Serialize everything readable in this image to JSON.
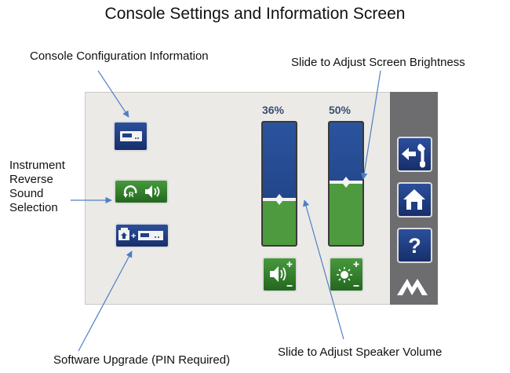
{
  "title": "Console Settings and Information Screen",
  "callouts": {
    "console_config": "Console Configuration Information",
    "brightness": "Slide to Adjust Screen Brightness",
    "instrument_reverse": [
      "Instrument",
      "Reverse",
      "Sound",
      "Selection"
    ],
    "software_upgrade": "Software Upgrade (PIN Required)",
    "speaker_volume": "Slide to Adjust Speaker Volume"
  },
  "sliders": {
    "volume": {
      "label": "36%",
      "level": 0.36
    },
    "brightness": {
      "label": "50%",
      "level": 0.5
    }
  },
  "icons": {
    "console_info": "console-info-icon",
    "reverse_sound": "reverse-sound-icon",
    "software_upgrade": "software-upgrade-icon",
    "volume_adjust": "volume-adjust-icon",
    "brightness_adjust": "brightness-adjust-icon",
    "back_settings": "back-settings-icon",
    "home": "home-icon",
    "help": "help-icon",
    "logo": "logo-icon"
  },
  "colors": {
    "button_blue": "#1f3f86",
    "button_green": "#3a8a33",
    "arrow_blue": "#4f7fc4"
  }
}
